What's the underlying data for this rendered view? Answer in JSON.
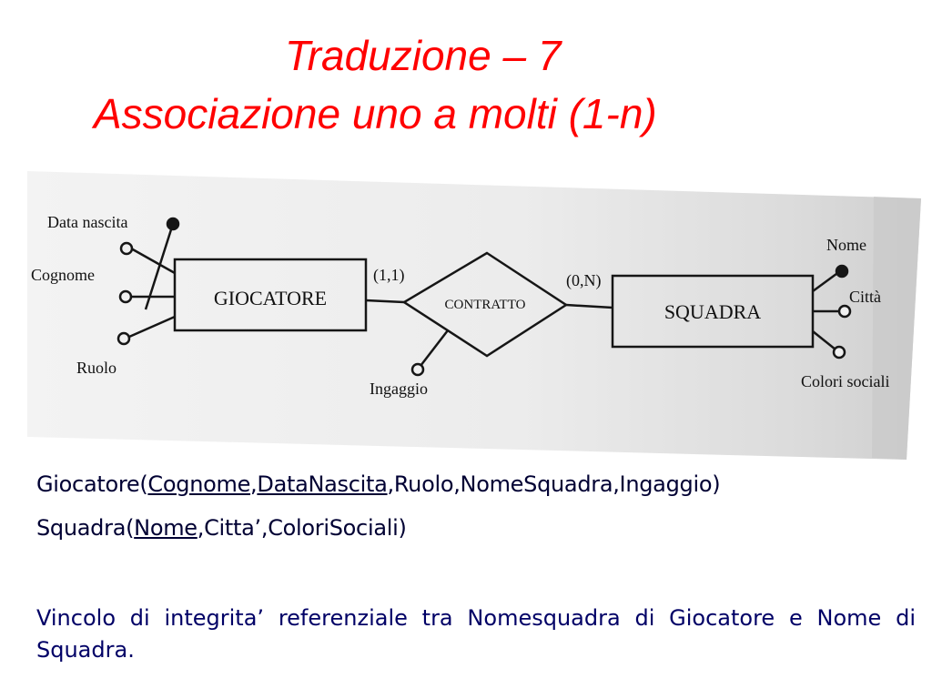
{
  "title": {
    "line1": "Traduzione – 7",
    "line2": "Associazione uno a molti (1-n)"
  },
  "diagram": {
    "entities": {
      "giocatore": "GIOCATORE",
      "squadra": "SQUADRA"
    },
    "relationship": {
      "name": "CONTRATTO",
      "attribute": "Ingaggio"
    },
    "cardinalities": {
      "giocatore_side": "(1,1)",
      "squadra_side": "(0,N)"
    },
    "giocatore_attributes": [
      "Data nascita",
      "Cognome",
      "Ruolo"
    ],
    "squadra_attributes": [
      "Nome",
      "Città",
      "Colori sociali"
    ]
  },
  "schema": {
    "giocatore": {
      "name": "Giocatore(",
      "key1": "Cognome",
      "sep1": ",",
      "key2": "DataNascita",
      "rest": ",Ruolo,NomeSquadra,Ingaggio)"
    },
    "squadra": {
      "name": "Squadra(",
      "key1": "Nome",
      "rest": ",Citta’,ColoriSociali)"
    }
  },
  "constraint": "Vincolo di integrita’ referenziale tra Nomesquadra di Giocatore e Nome di Squadra."
}
